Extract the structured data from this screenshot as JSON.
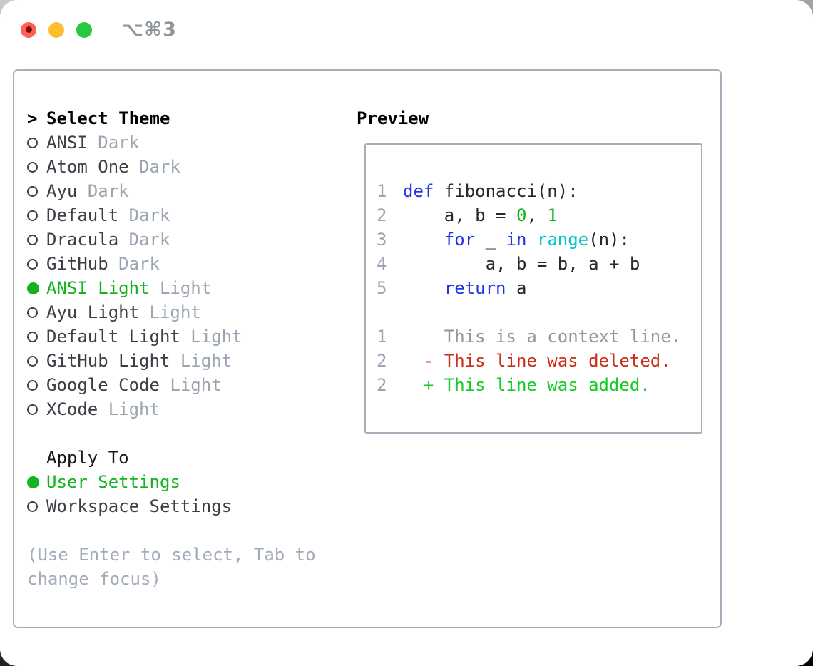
{
  "titlebar": {
    "shortcut": "⌥⌘3",
    "traffic_lights": [
      {
        "name": "close",
        "color": "#ff5f57",
        "has_inner_dot": true
      },
      {
        "name": "minimize",
        "color": "#febc2e",
        "has_inner_dot": false
      },
      {
        "name": "zoom",
        "color": "#28c840",
        "has_inner_dot": false
      }
    ]
  },
  "theme_picker": {
    "prompt": ">",
    "title": "Select Theme",
    "items": [
      {
        "name": "ANSI",
        "variant": "Dark",
        "selected": false
      },
      {
        "name": "Atom One",
        "variant": "Dark",
        "selected": false
      },
      {
        "name": "Ayu",
        "variant": "Dark",
        "selected": false
      },
      {
        "name": "Default",
        "variant": "Dark",
        "selected": false
      },
      {
        "name": "Dracula",
        "variant": "Dark",
        "selected": false
      },
      {
        "name": "GitHub",
        "variant": "Dark",
        "selected": false
      },
      {
        "name": "ANSI Light",
        "variant": "Light",
        "selected": true
      },
      {
        "name": "Ayu Light",
        "variant": "Light",
        "selected": false
      },
      {
        "name": "Default Light",
        "variant": "Light",
        "selected": false
      },
      {
        "name": "GitHub Light",
        "variant": "Light",
        "selected": false
      },
      {
        "name": "Google Code",
        "variant": "Light",
        "selected": false
      },
      {
        "name": "XCode",
        "variant": "Light",
        "selected": false
      }
    ]
  },
  "apply_to": {
    "title": "Apply To",
    "options": [
      {
        "label": "User Settings",
        "selected": true
      },
      {
        "label": "Workspace Settings",
        "selected": false
      }
    ]
  },
  "hint": {
    "text": "(Use Enter to select, Tab to change focus)"
  },
  "preview": {
    "title": "Preview",
    "code_lines": [
      {
        "num": "1",
        "tokens": [
          {
            "c": "kw",
            "t": "def"
          },
          {
            "c": "plain",
            "t": " fibonacci(n):"
          }
        ]
      },
      {
        "num": "2",
        "tokens": [
          {
            "c": "plain",
            "t": "    a, b = "
          },
          {
            "c": "num",
            "t": "0"
          },
          {
            "c": "plain",
            "t": ", "
          },
          {
            "c": "num",
            "t": "1"
          }
        ]
      },
      {
        "num": "3",
        "tokens": [
          {
            "c": "plain",
            "t": "    "
          },
          {
            "c": "kw",
            "t": "for"
          },
          {
            "c": "plain",
            "t": " _ "
          },
          {
            "c": "kw",
            "t": "in"
          },
          {
            "c": "plain",
            "t": " "
          },
          {
            "c": "builtin",
            "t": "range"
          },
          {
            "c": "plain",
            "t": "(n):"
          }
        ]
      },
      {
        "num": "4",
        "tokens": [
          {
            "c": "plain",
            "t": "        a, b = b, a + b"
          }
        ]
      },
      {
        "num": "5",
        "tokens": [
          {
            "c": "plain",
            "t": "    "
          },
          {
            "c": "kw",
            "t": "return"
          },
          {
            "c": "plain",
            "t": " a"
          }
        ]
      }
    ],
    "diff_lines": [
      {
        "num": "1",
        "kind": "context",
        "text": "    This is a context line."
      },
      {
        "num": "2",
        "kind": "deleted",
        "text": "  - This line was deleted."
      },
      {
        "num": "2",
        "kind": "added",
        "text": "  + This line was added."
      }
    ],
    "colors": {
      "plain": "#24292f",
      "kw": "#2036e4",
      "builtin": "#00c1c9",
      "num": "#14b31e",
      "line_number": "#9aa5b1",
      "context": "#8d97a1",
      "deleted": "#c9301c",
      "added": "#15cb24"
    }
  },
  "accent": {
    "selected_green": "#14b31e"
  }
}
